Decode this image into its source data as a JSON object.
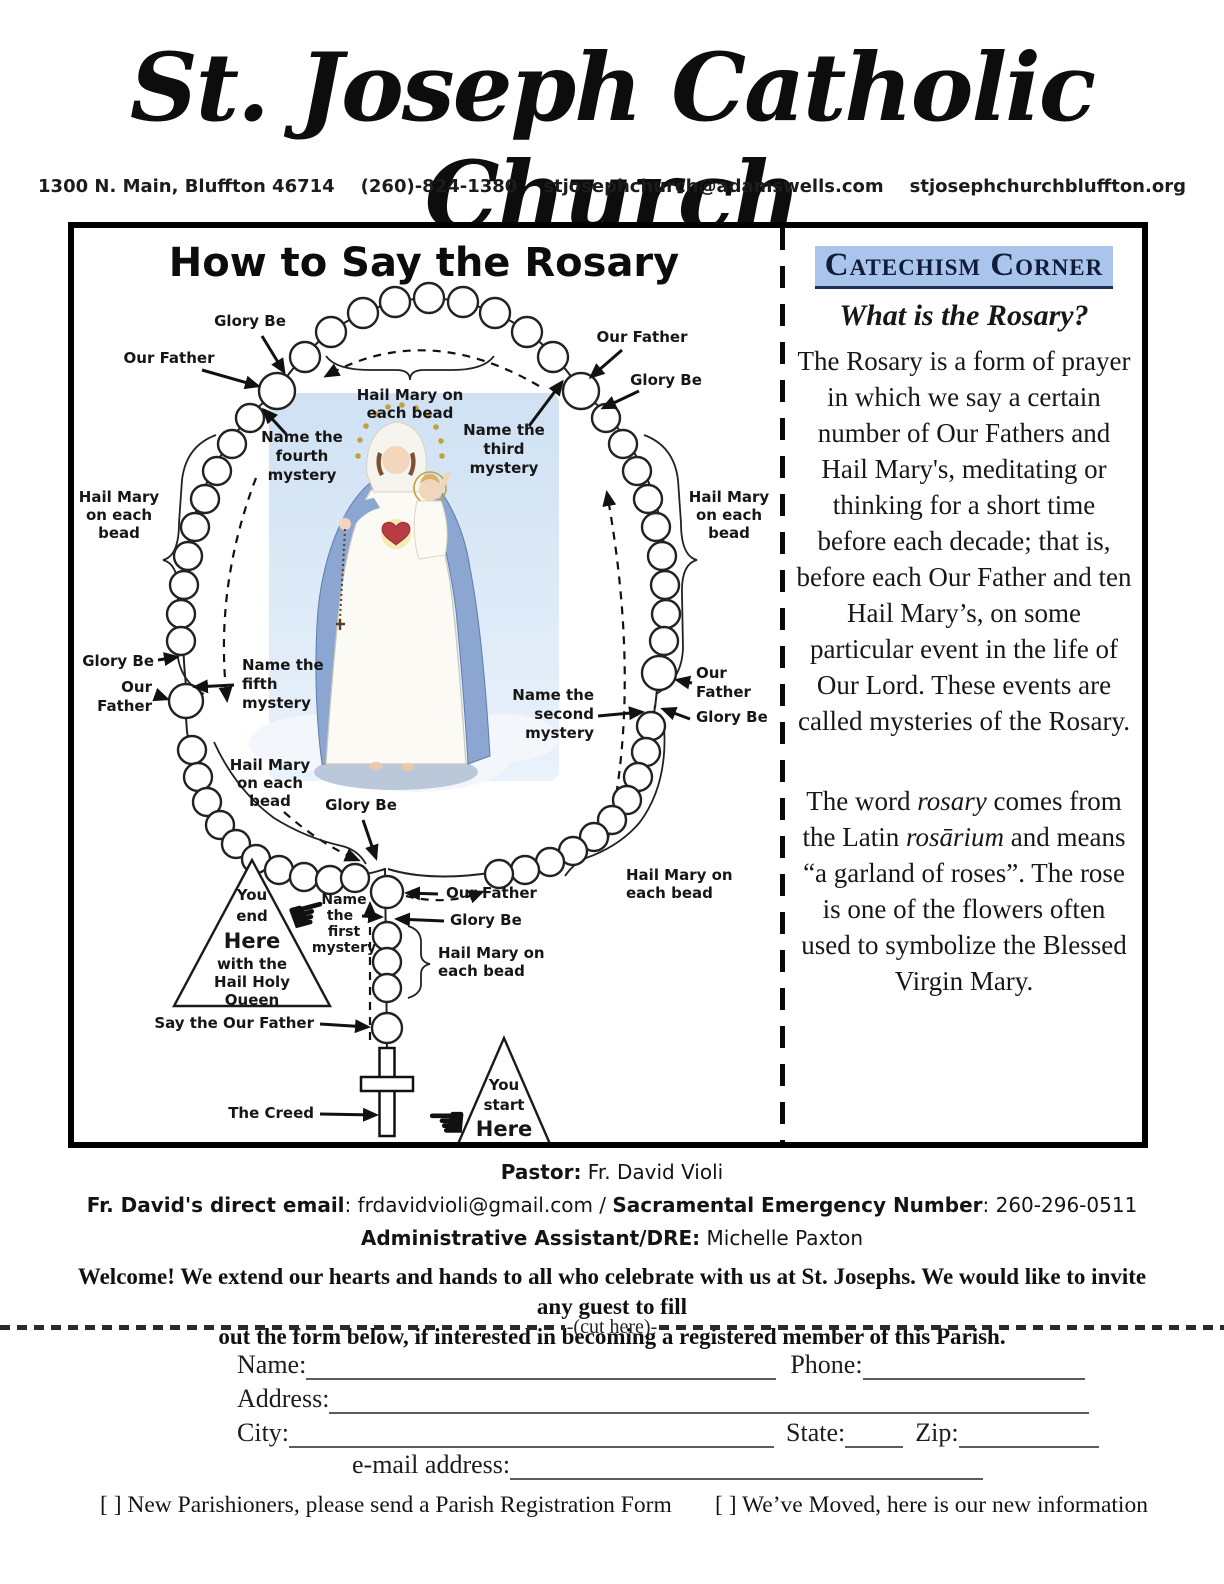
{
  "header": {
    "title": "St. Joseph Catholic Church",
    "segments": [
      "1300 N. Main, Bluffton 46714",
      "(260)-824-1380",
      "stjosephchurch@adamswells.com",
      "stjosephchurchbluffton.org"
    ]
  },
  "diagram": {
    "title": "How to Say the Rosary",
    "labels": {
      "tl_glory": "Glory Be",
      "tl_our_father": "Our Father",
      "top_hail": [
        "Hail Mary on",
        "each bead"
      ],
      "name_fourth": [
        "Name the",
        "fourth",
        "mystery"
      ],
      "name_third": [
        "Name the",
        "third",
        "mystery"
      ],
      "tr_our_father": "Our Father",
      "tr_glory": "Glory Be",
      "left_hail": [
        "Hail Mary",
        "on each",
        "bead"
      ],
      "right_hail": [
        "Hail Mary",
        "on each",
        "bead"
      ],
      "ml_glory": "Glory Be",
      "ml_our_father": [
        "Our",
        "Father"
      ],
      "name_fifth": [
        "Name the",
        "fifth",
        "mystery"
      ],
      "name_second": [
        "Name the",
        "second",
        "mystery"
      ],
      "mr_our_father": [
        "Our",
        "Father"
      ],
      "mr_glory": "Glory Be",
      "bl_hail": [
        "Hail Mary",
        "on each",
        "bead"
      ],
      "br_hail": [
        "Hail Mary on",
        "each bead"
      ],
      "bottom_glory": "Glory Be",
      "c_our_father": "Our Father",
      "c_glory": "Glory Be",
      "c_hail": [
        "Hail Mary on",
        "each bead"
      ],
      "name_first": [
        "Name",
        "the",
        "first",
        "mystery"
      ],
      "say_our_father": "Say the Our Father",
      "creed": "The Creed",
      "end_triangle": [
        "You",
        "end",
        "Here",
        "with the",
        "Hail Holy",
        "Queen"
      ],
      "start_triangle": [
        "You",
        "start",
        "Here"
      ],
      "hand_right": "☛",
      "hand_left": "☚"
    }
  },
  "catechism": {
    "heading": "Catechism Corner",
    "question": "What is the Rosary?",
    "p1": "The Rosary is a form of prayer in which we say a certain number of Our Fathers and Hail Mary's, meditating or thinking for a short time before each decade; that is, before each Our Father and ten Hail Mary’s, on some particular event in the life of Our Lord. These events are called mysteries of the Rosary.",
    "p2": {
      "pre": "The word ",
      "italic1": "rosary",
      "mid": " comes from the Latin ",
      "italic2": "rosārium",
      "post": " and means “a garland of roses”. The rose is one of the flowers often used to symbolize the Blessed Virgin Mary."
    }
  },
  "staff": {
    "line1": {
      "label": "Pastor:",
      "value": "  Fr. David Violi"
    },
    "line2": {
      "label1": "Fr. David's direct email",
      "value1": ": frdavidvioli@gmail.com / ",
      "label2": "Sacramental Emergency Number",
      "value2": ": 260-296-0511"
    },
    "line3": {
      "label": "Administrative Assistant/DRE:",
      "value": "  Michelle Paxton"
    }
  },
  "welcome": {
    "line1": "Welcome! We extend our hearts and hands to all who celebrate with us at St. Josephs. We would like to invite any guest to fill",
    "line2": "out the form below, if interested  in becoming a registered member of this Parish."
  },
  "cutline": {
    "text": "-(cut here)-"
  },
  "form": {
    "name_label": "Name:",
    "phone_label": "Phone:",
    "address_label": "Address:",
    "city_label": "City:",
    "state_label": "State:",
    "zip_label": "Zip:",
    "email_label": "e-mail address:"
  },
  "checkboxes": {
    "left": "[ ] New Parishioners, please send a Parish Registration Form",
    "right": "[ ] We’ve Moved, here is our new information"
  },
  "colors": {
    "heading_highlight": "#a9c5ec",
    "heading_text": "#101c38"
  }
}
